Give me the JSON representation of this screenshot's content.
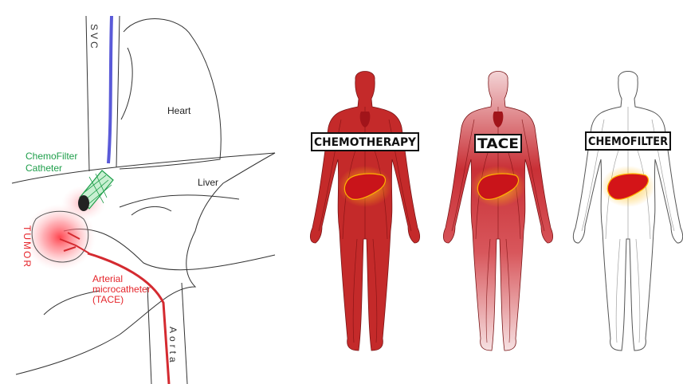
{
  "diagram": {
    "labels": {
      "svc": "SVC",
      "heart": "Heart",
      "liver": "Liver",
      "catheter_line1": "ChemoFilter",
      "catheter_line2": "Catheter",
      "tumor": "TUMOR",
      "micro_line1": "Arterial",
      "micro_line2": "microcatheter",
      "micro_line3": "(TACE)",
      "aorta": "Aorta"
    },
    "colors": {
      "catheter_green": "#1e9e4a",
      "svc_blue": "#5a5ad8",
      "tumor_red": "#e5252b",
      "outline": "#333333"
    }
  },
  "bodies": {
    "figures": [
      {
        "label": "CHEMOTHERAPY",
        "body_color": "#c42a2a",
        "liver_color": "#c9141a"
      },
      {
        "label": "TACE",
        "body_color": "#c9353a",
        "liver_color": "#c9141a"
      },
      {
        "label": "CHEMOFILTER",
        "body_color": "#ffffff",
        "liver_color": "#d41418"
      }
    ]
  }
}
